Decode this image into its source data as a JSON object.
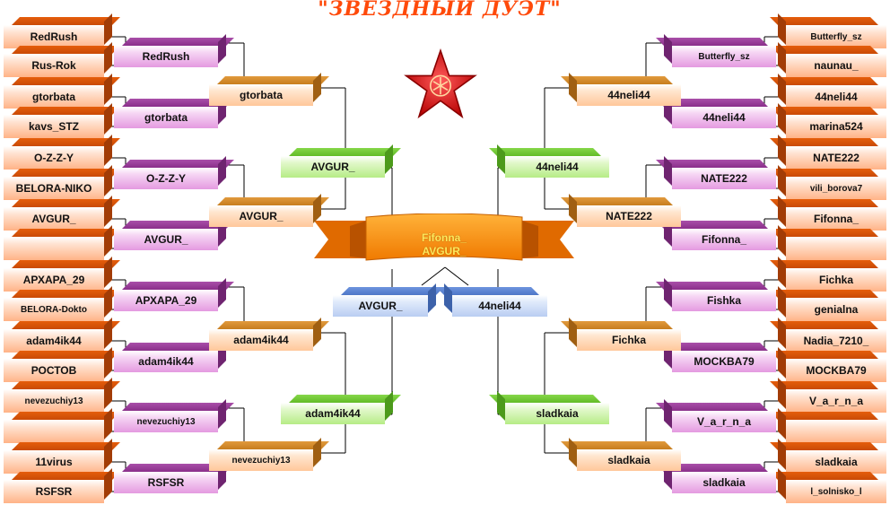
{
  "title": "\"ЗВЁЗДНЫЙ ДУЭТ\"",
  "icons": {
    "star": "red-star-icon",
    "banner": "ribbon-banner"
  },
  "colors": {
    "title": "#ff4a0a",
    "entrant": "#ff9e6b",
    "round1": "#e49ae0",
    "round2": "#ffc79a",
    "semifinal": "#b6ec86",
    "final": "#b9cdf2",
    "banner": "#ff8a00"
  },
  "left": {
    "entrants": [
      "RedRush",
      "Rus-Rok",
      "gtorbata",
      "kavs_STZ",
      "O-Z-Z-Y",
      "BELORA-NIKO",
      "AVGUR_",
      "",
      "АРХАРА_29",
      "BELORA-Dokto",
      "adam4ik44",
      "РОСТОВ",
      "nevezuchiy13",
      "",
      "11virus",
      "RSFSR"
    ],
    "round1": [
      "RedRush",
      "gtorbata",
      "O-Z-Z-Y",
      "AVGUR_",
      "АРХАРА_29",
      "adam4ik44",
      "nevezuchiy13",
      "RSFSR"
    ],
    "round2": [
      "gtorbata",
      "AVGUR_",
      "adam4ik44",
      "nevezuchiy13"
    ],
    "semifinal": [
      "AVGUR_",
      "adam4ik44"
    ],
    "finalist": "AVGUR_"
  },
  "right": {
    "entrants": [
      "Butterfly_sz",
      "naunau_",
      "44neli44",
      "marina524",
      "NATE222",
      "vili_borova7",
      "Fifonna_",
      "",
      "Fichka",
      "genialna",
      "Nadia_7210_",
      "MOCKBA79",
      "V_a_r_n_a",
      "",
      "sladkaia",
      "l_solnisko_l"
    ],
    "round1": [
      "Butterfly_sz",
      "44neli44",
      "NATE222",
      "Fifonna_",
      "Fishka",
      "MOCKBA79",
      "V_a_r_n_a",
      "sladkaia"
    ],
    "round2": [
      "44neli44",
      "NATE222",
      "Fichka",
      "sladkaia"
    ],
    "semifinal": [
      "44neli44",
      "sladkaia"
    ],
    "finalist": "44neli44"
  },
  "final": {
    "line1": "Fifonna_",
    "line2": "AVGUR_"
  }
}
